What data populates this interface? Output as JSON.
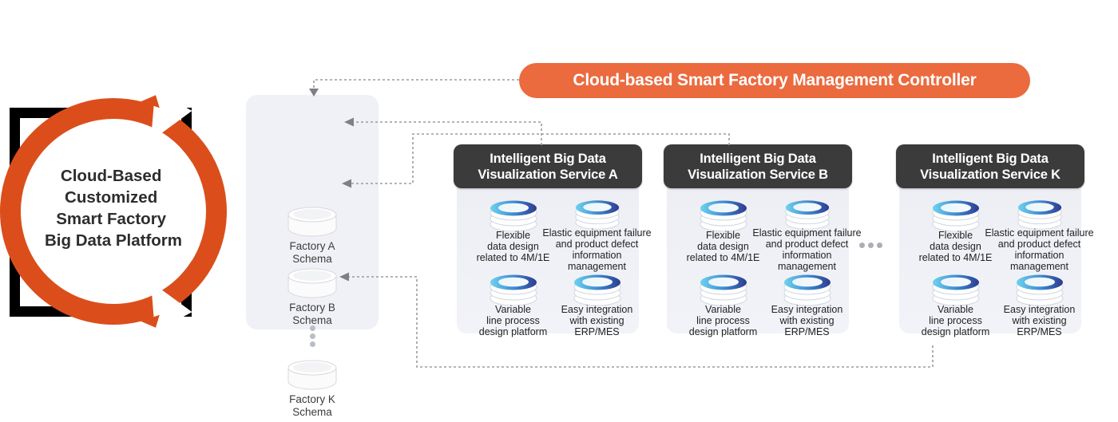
{
  "badge": {
    "text": "Cloud-Based\nCustomized\nSmart Factory\nBig Data Platform",
    "ring_color": "#DB4E1B",
    "frame_color": "#000000",
    "text_color": "#2d2d2d"
  },
  "controller": {
    "label": "Cloud-based Smart Factory Management Controller",
    "bg_color": "#EB6A3E",
    "text_color": "#ffffff"
  },
  "factory_panel": {
    "bg_color": "#F0F1F6",
    "schemas": [
      {
        "label": "Factory A\nSchema"
      },
      {
        "label": "Factory B\nSchema"
      },
      {
        "label": "Factory K\nSchema"
      }
    ]
  },
  "services": [
    {
      "title": "Intelligent Big Data\nVisualization Service  A",
      "features": [
        "Flexible\ndata design\nrelated to 4M/1E",
        "Elastic equipment failure\nand product defect\ninformation\nmanagement",
        "Variable\nline process\ndesign platform",
        "Easy integration\nwith existing\nERP/MES"
      ]
    },
    {
      "title": "Intelligent Big Data\nVisualization Service B",
      "features": [
        "Flexible\ndata design\nrelated to 4M/1E",
        "Elastic equipment failure\nand product defect\ninformation\nmanagement",
        "Variable\nline process\ndesign platform",
        "Easy integration\nwith existing\nERP/MES"
      ]
    },
    {
      "title": "Intelligent Big Data\nVisualization Service K",
      "features": [
        "Flexible\ndata design\nrelated to 4M/1E",
        "Elastic equipment failure\nand product defect\ninformation\nmanagement",
        "Variable\nline process\ndesign platform",
        "Easy integration\nwith existing\nERP/MES"
      ]
    }
  ],
  "icons": {
    "database": "database-cylinder-icon",
    "ellipsis_horizontal": "•••",
    "ellipsis_vertical": "⋮"
  },
  "colors": {
    "header_dark": "#3B3B3B",
    "dashed_line": "#9b9b9b",
    "card_bg": "#EEF0F5",
    "db_ring_gradient": [
      "#6FD2EF",
      "#3D85CC",
      "#2E3B90"
    ]
  }
}
